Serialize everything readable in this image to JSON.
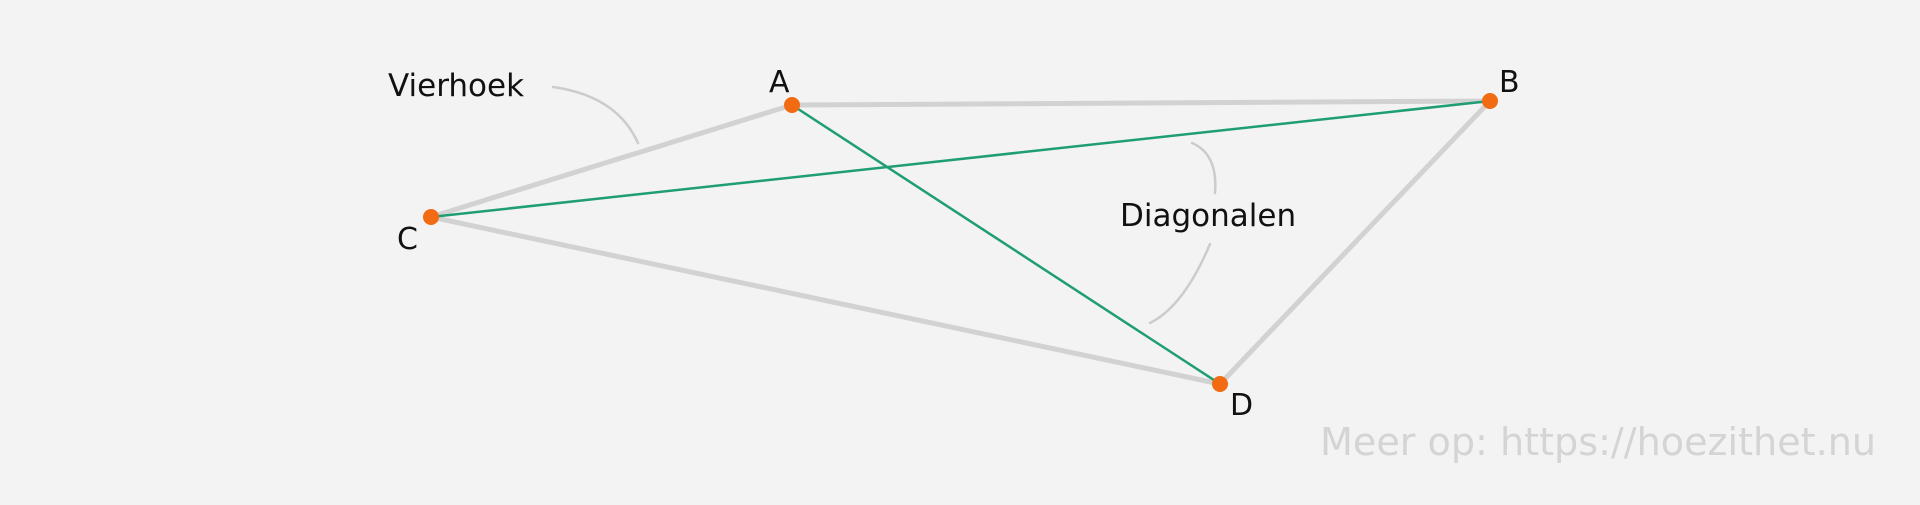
{
  "colors": {
    "background": "#f3f3f3",
    "edge": "#d2d2d2",
    "diagonal": "#1f9e72",
    "vertex": "#f26a12",
    "text": "#111111",
    "leader": "#cccccc",
    "watermark": "#d4d4d4"
  },
  "vertices": {
    "A": {
      "label": "A"
    },
    "B": {
      "label": "B"
    },
    "C": {
      "label": "C"
    },
    "D": {
      "label": "D"
    }
  },
  "edges": [
    [
      "A",
      "B"
    ],
    [
      "B",
      "D"
    ],
    [
      "D",
      "C"
    ],
    [
      "C",
      "A"
    ]
  ],
  "diagonals": [
    [
      "A",
      "D"
    ],
    [
      "C",
      "B"
    ]
  ],
  "annotations": {
    "quadrilateral": "Vierhoek",
    "diagonals": "Diagonalen"
  },
  "watermark": "Meer op: https://hoezithet.nu"
}
